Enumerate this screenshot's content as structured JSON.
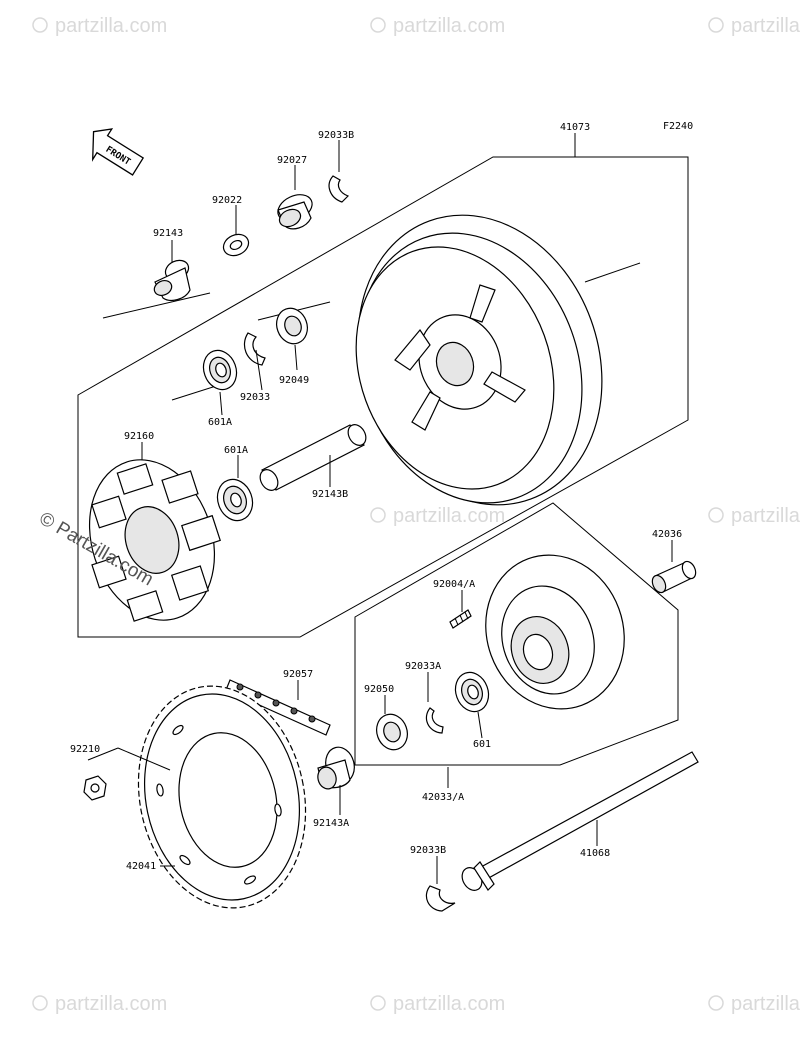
{
  "figure_code": "F2240",
  "front_label": "FRONT",
  "watermark_text": "© Partzilla.com",
  "watermark_small_text": "partzilla.com",
  "parts": [
    {
      "id": "p41073",
      "number": "41073"
    },
    {
      "id": "p92033B_top",
      "number": "92033B"
    },
    {
      "id": "p92027",
      "number": "92027"
    },
    {
      "id": "p92022",
      "number": "92022"
    },
    {
      "id": "p92143",
      "number": "92143"
    },
    {
      "id": "p92049",
      "number": "92049"
    },
    {
      "id": "p92033",
      "number": "92033"
    },
    {
      "id": "p601A_top",
      "number": "601A"
    },
    {
      "id": "p92160",
      "number": "92160"
    },
    {
      "id": "p601A",
      "number": "601A"
    },
    {
      "id": "p92143B",
      "number": "92143B"
    },
    {
      "id": "p42036",
      "number": "42036"
    },
    {
      "id": "p92004A",
      "number": "92004/A"
    },
    {
      "id": "p92033A",
      "number": "92033A"
    },
    {
      "id": "p92050",
      "number": "92050"
    },
    {
      "id": "p601",
      "number": "601"
    },
    {
      "id": "p42033A",
      "number": "42033/A"
    },
    {
      "id": "p92057",
      "number": "92057"
    },
    {
      "id": "p92210",
      "number": "92210"
    },
    {
      "id": "p92143A",
      "number": "92143A"
    },
    {
      "id": "p42041",
      "number": "42041"
    },
    {
      "id": "p92033B_bot",
      "number": "92033B"
    },
    {
      "id": "p41068",
      "number": "41068"
    }
  ]
}
